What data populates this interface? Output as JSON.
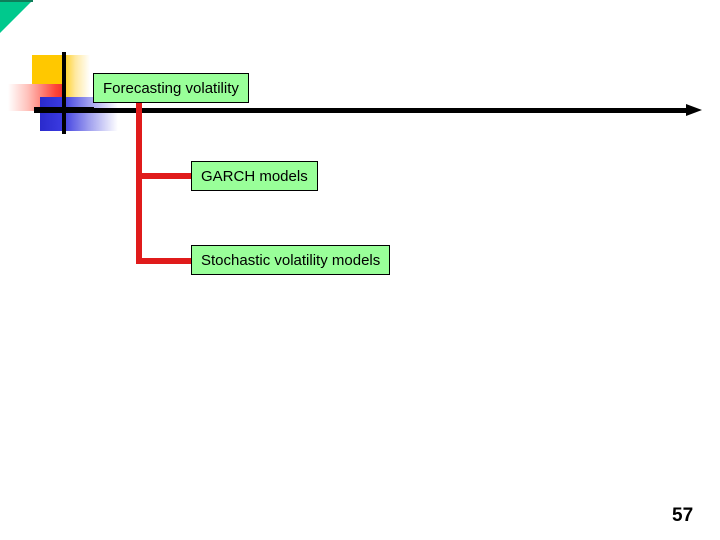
{
  "slide": {
    "page_number": "57",
    "decoration": {
      "triangle_color": "#00C98D",
      "triangle_edge_color": "#0E7E5A",
      "yellow_color": "#FFC800",
      "red_color": "#FF4438",
      "blue_color": "#2A2ACC",
      "rule_color": "#000000"
    },
    "timeline": {
      "arrow_color": "#000000"
    },
    "connectors": {
      "color": "#E01B1B"
    },
    "boxes": [
      {
        "id": "forecasting-volatility",
        "label": "Forecasting volatility",
        "fill": "#99FF99",
        "border": "#000000"
      },
      {
        "id": "garch-models",
        "label": "GARCH models",
        "fill": "#99FF99",
        "border": "#000000"
      },
      {
        "id": "stochastic-volatility-models",
        "label": "Stochastic volatility models",
        "fill": "#99FF99",
        "border": "#000000"
      }
    ]
  }
}
